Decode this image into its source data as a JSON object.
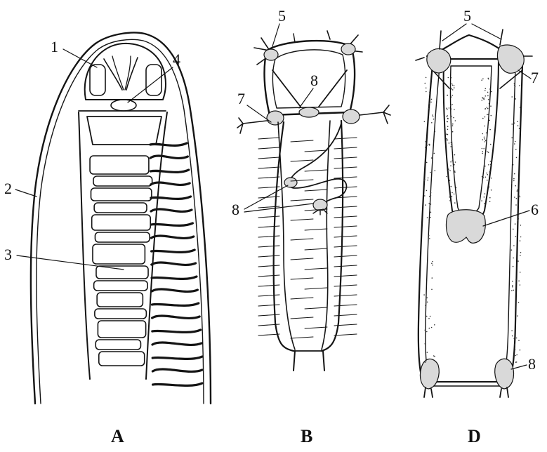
{
  "figure": {
    "panels": [
      {
        "id": "A",
        "label": "A"
      },
      {
        "id": "B",
        "label": "B"
      },
      {
        "id": "D",
        "label": "D"
      }
    ],
    "numbers": {
      "n1": "1",
      "n2": "2",
      "n3": "3",
      "n4": "4",
      "n5b": "5",
      "n5d": "5",
      "n6": "6",
      "n7b": "7",
      "n7d": "7",
      "n8b_top": "8",
      "n8b_low": "8",
      "n8d": "8"
    }
  }
}
